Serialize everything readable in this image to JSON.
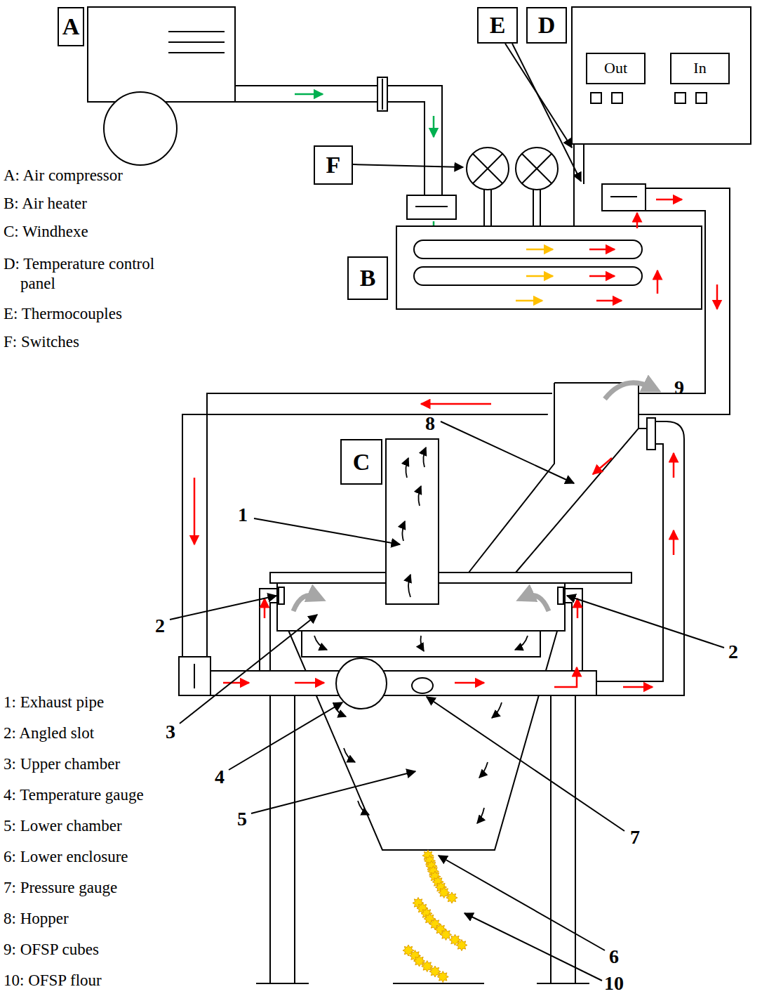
{
  "diagram": {
    "nodes": [
      {
        "text": [
          "A"
        ]
      },
      {
        "text": [
          "E"
        ]
      },
      {
        "text": [
          "D"
        ]
      },
      {
        "text": [
          "Out"
        ]
      },
      {
        "text": [
          "In"
        ]
      },
      {
        "text": [
          "F"
        ]
      },
      {
        "text": [
          "B"
        ]
      },
      {
        "text": [
          "C"
        ]
      }
    ],
    "labels": [
      "A: Air compressor",
      "B: Air heater",
      "C: Windhexe",
      "D: Temperature control panel",
      "E: Thermocouples",
      "F: Switches",
      "1: Exhaust pipe",
      "2: Angled slot",
      "3: Upper chamber",
      "4: Temperature gauge",
      "5: Lower chamber",
      "6: Lower enclosure",
      "7: Pressure gauge",
      "8: Hopper",
      "9: OFSP cubes",
      "10: OFSP flour",
      "1",
      "2",
      "2",
      "3",
      "4",
      "5",
      "6",
      "7",
      "8",
      "9",
      "10"
    ]
  }
}
